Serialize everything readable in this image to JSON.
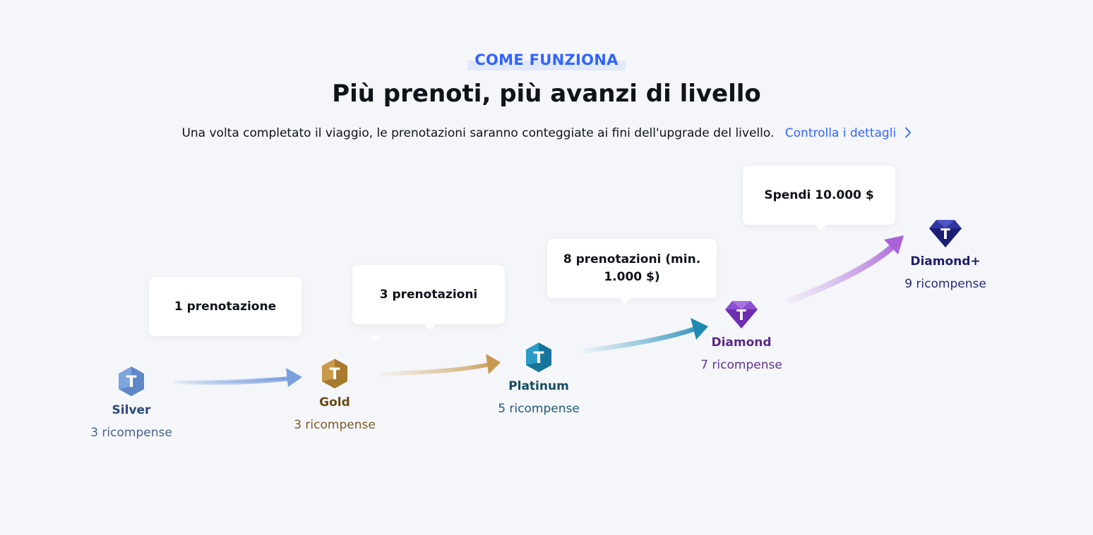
{
  "header": {
    "eyebrow": "COME FUNZIONA",
    "title": "Più prenoti, più avanzi di livello",
    "subtitle": "Una volta completato il viaggio, le prenotazioni saranno conteggiate ai fini dell'upgrade del livello.",
    "details_link": "Controlla i dettagli"
  },
  "requirements": [
    {
      "label": "1 prenotazione"
    },
    {
      "label": "3 prenotazioni"
    },
    {
      "label": "8 prenotazioni (min. 1.000 $)"
    },
    {
      "label": "Spendi 10.000 $"
    }
  ],
  "tiers": [
    {
      "name": "Silver",
      "rewards": "3 ricompense",
      "color": "#2d4a7a",
      "rewards_color": "#4a6188",
      "badge_color": "#6f9ad6"
    },
    {
      "name": "Gold",
      "rewards": "3 ricompense",
      "color": "#6b4b12",
      "rewards_color": "#7a5a22",
      "badge_color": "#b78a3a"
    },
    {
      "name": "Platinum",
      "rewards": "5 ricompense",
      "color": "#154d63",
      "rewards_color": "#1e5a72",
      "badge_color": "#1f86ad"
    },
    {
      "name": "Diamond",
      "rewards": "7 ricompense",
      "color": "#5a2a86",
      "rewards_color": "#5d3490",
      "badge_color": "#7a3fc0"
    },
    {
      "name": "Diamond+",
      "rewards": "9 ricompense",
      "color": "#1d1f6e",
      "rewards_color": "#262a7e",
      "badge_color": "#22277f"
    }
  ],
  "icons": {
    "chevron": "chevron-right-icon",
    "badge_letter": "T"
  },
  "colors": {
    "accent": "#3264ff",
    "background": "#f5f6fa"
  }
}
